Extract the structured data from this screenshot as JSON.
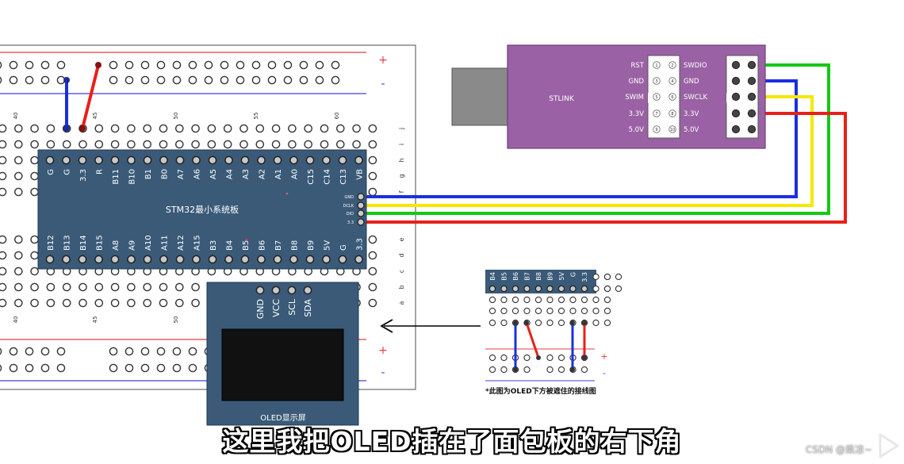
{
  "breadboard": {
    "plus": "+",
    "minus": "-",
    "col_numbers_top": [
      "40",
      "45",
      "50",
      "55",
      "60"
    ],
    "col_numbers_bottom": [
      "40",
      "45",
      "50"
    ],
    "row_letters_right": [
      "j",
      "i",
      "h",
      "g",
      "f",
      "e",
      "d",
      "c",
      "b",
      "a"
    ]
  },
  "stm32": {
    "title": "STM32最小系统板",
    "top_pins": [
      "G",
      "G",
      "3.3",
      "R",
      "B11",
      "B10",
      "B1",
      "B0",
      "A7",
      "A6",
      "A5",
      "A4",
      "A3",
      "A2",
      "A1",
      "A0",
      "C15",
      "C14",
      "C13",
      "VB"
    ],
    "bottom_pins": [
      "B12",
      "B13",
      "B14",
      "B15",
      "A8",
      "A9",
      "A10",
      "A11",
      "A12",
      "A15",
      "B3",
      "B4",
      "B5",
      "B6",
      "B7",
      "B8",
      "B9",
      "5V",
      "G",
      "3.3"
    ],
    "swd_pins": [
      "GND",
      "DCLK",
      "DIO",
      "3.3"
    ]
  },
  "stlink": {
    "label": "STLINK",
    "left_labels": [
      "RST",
      "GND",
      "SWIM",
      "3.3V",
      "5.0V"
    ],
    "right_labels": [
      "SWDIO",
      "GND",
      "SWCLK",
      "3.3V",
      "5.0V"
    ],
    "pin_numbers": [
      "1",
      "2",
      "3",
      "4",
      "5",
      "6",
      "7",
      "8",
      "9",
      "10"
    ]
  },
  "oled": {
    "pins": [
      "GND",
      "VCC",
      "SCL",
      "SDA"
    ],
    "label": "OLED显示屏"
  },
  "inset": {
    "pins": [
      "B4",
      "B5",
      "B6",
      "B7",
      "B8",
      "B9",
      "5V",
      "G",
      "3.3"
    ],
    "plus": "+",
    "minus": "-",
    "caption": "*此图为OLED下方被遮住的接线图"
  },
  "subtitle": "这里我把OLED插在了面包板的右下角",
  "watermark": "CSDN @乘凉~",
  "colors": {
    "board": "#3a5a78",
    "stlink": "#9a62a4",
    "wire_blue": "#1a2fe0",
    "wire_red": "#e8201a",
    "wire_yellow": "#f5e800",
    "wire_green": "#14c814"
  }
}
